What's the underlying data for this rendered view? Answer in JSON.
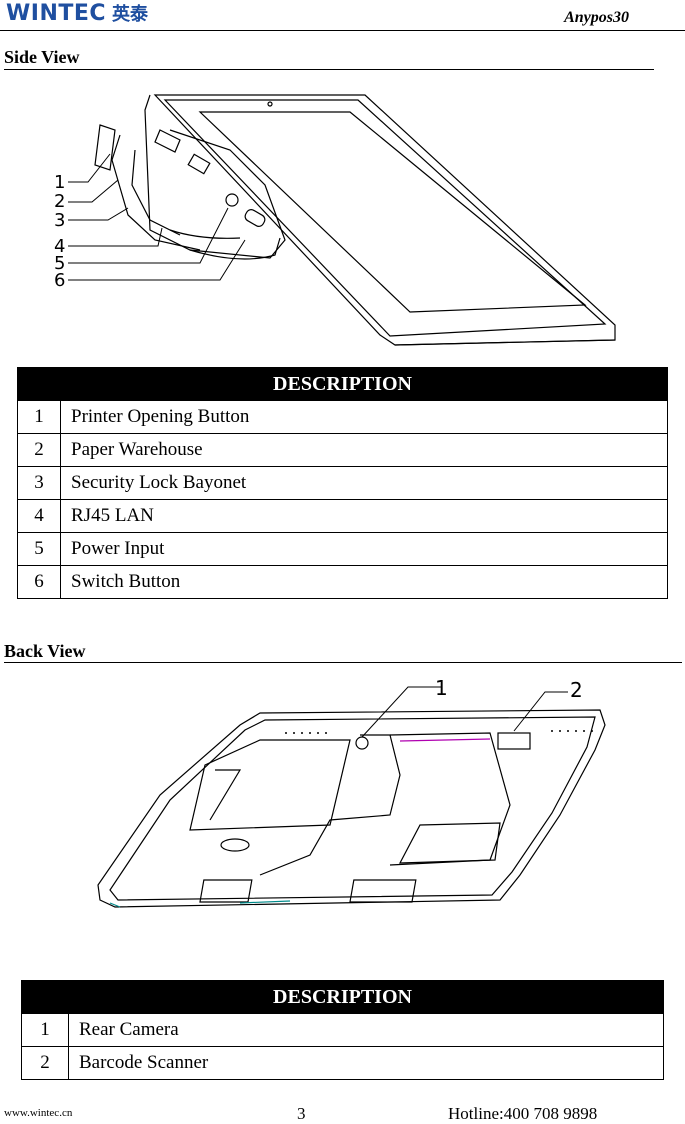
{
  "header": {
    "logo_en": "WINTEC",
    "logo_cn": "英泰",
    "model": "Anypos30"
  },
  "side_view": {
    "title": "Side View",
    "callouts": [
      "1",
      "2",
      "3",
      "4",
      "5",
      "6"
    ],
    "table_header": "DESCRIPTION",
    "rows": [
      {
        "num": "1",
        "text": "Printer Opening Button"
      },
      {
        "num": "2",
        "text": "Paper Warehouse"
      },
      {
        "num": "3",
        "text": "Security Lock Bayonet"
      },
      {
        "num": "4",
        "text": "RJ45 LAN"
      },
      {
        "num": "5",
        "text": "Power Input"
      },
      {
        "num": "6",
        "text": "Switch Button"
      }
    ]
  },
  "back_view": {
    "title": "Back View",
    "callouts": [
      "1",
      "2"
    ],
    "table_header": "DESCRIPTION",
    "rows": [
      {
        "num": "1",
        "text": "Rear Camera"
      },
      {
        "num": "2",
        "text": "Barcode Scanner"
      }
    ]
  },
  "footer": {
    "website": "www.wintec.cn",
    "page": "3",
    "hotline": "Hotline:400 708 9898"
  }
}
